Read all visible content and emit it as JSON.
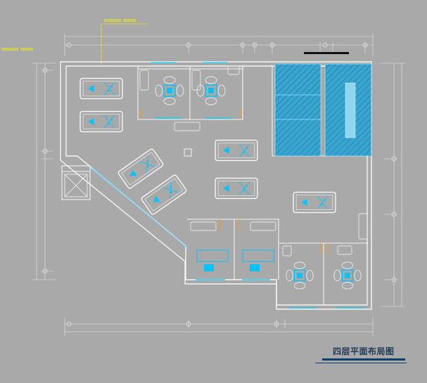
{
  "title": "四层平面布局图",
  "colors": {
    "background": "#a9a9a9",
    "wall": "#f5f5f5",
    "furniture": "#ffffff",
    "accent": "#00c4ff",
    "hatch": "#1ca0d0",
    "dimension": "#e9e9e9",
    "label": "#f6f600",
    "title_text": "#1f3b57",
    "title_bar": "#0d3f6e"
  },
  "annotations": {
    "top_note": "SSSSSSSS SSSSSS",
    "left_note": "SSSSSSSS SSSSSS"
  }
}
